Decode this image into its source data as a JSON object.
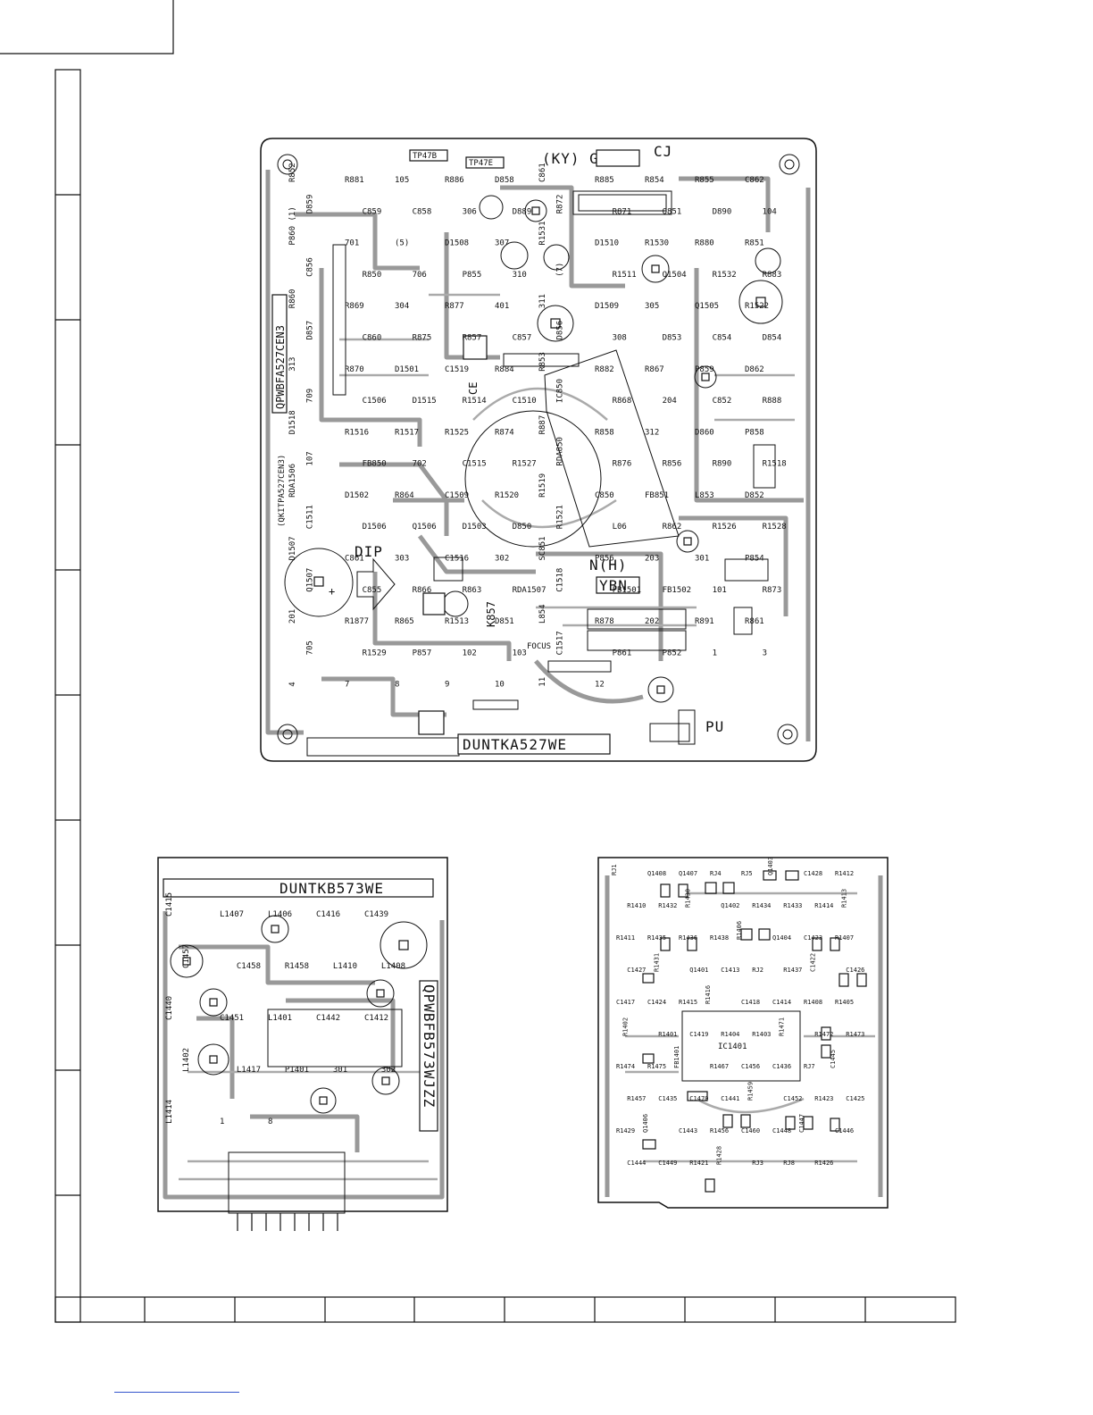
{
  "boards": {
    "main": {
      "id": "DUNTKA527WE",
      "pwb": "QPWBFA527CEN3",
      "kit": "(QKITPA527CEN3)",
      "region_codes": {
        "top": "(KY) GBN",
        "top_suffix": "CJ",
        "mid": "N(H)",
        "mid_box": "YBN"
      },
      "labels": {
        "dip": "DIP",
        "k857": "K857",
        "focus": "FOCUS",
        "pu": "PU",
        "ce": "CE"
      },
      "components": [
        "R852",
        "R881",
        "TP47B",
        "TP47E",
        "105",
        "R886",
        "D858",
        "C861",
        "R885",
        "R854",
        "R855",
        "C862",
        "D859",
        "C859",
        "C858",
        "306",
        "D889",
        "R872",
        "R871",
        "Q851",
        "D890",
        "104",
        "P860 (1)",
        "701",
        "(5)",
        "D1508",
        "307",
        "R1531",
        "D1510",
        "R1530",
        "R880",
        "R851",
        "C856",
        "R850",
        "706",
        "P855",
        "310",
        "(7)",
        "R1511",
        "Q1504",
        "R1532",
        "R883",
        "R860",
        "R869",
        "304",
        "R877",
        "401",
        "311",
        "D1509",
        "305",
        "Q1505",
        "R1522",
        "D857",
        "C860",
        "R875",
        "R857",
        "C857",
        "D856",
        "308",
        "D853",
        "C854",
        "D854",
        "313",
        "R870",
        "D1501",
        "C1519",
        "R884",
        "R853",
        "R882",
        "R867",
        "P859",
        "D862",
        "709",
        "C1506",
        "D1515",
        "R1514",
        "C1510",
        "IC850",
        "R868",
        "204",
        "C852",
        "R888",
        "D1518",
        "R1516",
        "R1517",
        "R1525",
        "R874",
        "R887",
        "R858",
        "312",
        "D860",
        "P858",
        "107",
        "FB850",
        "702",
        "C1515",
        "R1527",
        "RDA850",
        "R876",
        "R856",
        "R890",
        "R1518",
        "RDA1506",
        "D1502",
        "R864",
        "C1509",
        "R1520",
        "R1519",
        "C850",
        "FB851",
        "L853",
        "D852",
        "C1511",
        "D1506",
        "Q1506",
        "D1503",
        "D850",
        "R1521",
        "L06",
        "R862",
        "R1526",
        "R1528",
        "D1507",
        "C861",
        "303",
        "C1516",
        "302",
        "SC851",
        "P856",
        "203",
        "301",
        "P854",
        "Q1507",
        "C855",
        "R866",
        "R863",
        "RDA1507",
        "C1518",
        "FB1501",
        "FB1502",
        "101",
        "R873",
        "201",
        "R1877",
        "R865",
        "R1513",
        "D851",
        "L854",
        "R878",
        "202",
        "R891",
        "R861",
        "705",
        "R1529",
        "P857",
        "102",
        "103",
        "C1517",
        "P861",
        "P852",
        "1",
        "3",
        "4",
        "7",
        "8",
        "9",
        "10",
        "11",
        "12"
      ]
    },
    "left_small": {
      "id": "DUNTKB573WE",
      "pwb": "QPWBFB573WJZZ",
      "components": [
        "C1415",
        "L1407",
        "L1406",
        "C1416",
        "C1439",
        "C1457",
        "C1458",
        "R1458",
        "L1410",
        "L1408",
        "C1440",
        "C1451",
        "L1401",
        "C1442",
        "C1412",
        "L1402",
        "L1417",
        "P1401",
        "301",
        "302",
        "L1414",
        "1",
        "8"
      ]
    },
    "right_small": {
      "ic": "IC1401",
      "components": [
        "RJ1",
        "Q1408",
        "Q1407",
        "RJ4",
        "RJ5",
        "Q1403",
        "C1428",
        "R1412",
        "R1410",
        "R1432",
        "R1430",
        "Q1402",
        "R1434",
        "R1433",
        "R1414",
        "R1413",
        "R1411",
        "R1435",
        "R1436",
        "R1438",
        "R1406",
        "Q1404",
        "C1423",
        "R1407",
        "C1427",
        "R1431",
        "Q1401",
        "C1413",
        "RJ2",
        "R1437",
        "C1422",
        "C1426",
        "C1417",
        "C1424",
        "R1415",
        "R1416",
        "C1418",
        "C1414",
        "R1408",
        "R1405",
        "R1402",
        "R1401",
        "C1419",
        "R1404",
        "R1403",
        "R1471",
        "R1472",
        "R1473",
        "R1474",
        "R1475",
        "FB1401",
        "R1467",
        "C1456",
        "C1436",
        "RJ7",
        "C1445",
        "R1457",
        "C1435",
        "C1470",
        "C1441",
        "R1459",
        "C1452",
        "R1423",
        "C1425",
        "R1429",
        "Q1406",
        "C1443",
        "R1456",
        "C1460",
        "C1448",
        "C1447",
        "C1446",
        "C1444",
        "C1449",
        "R1421",
        "R1428",
        "RJ3",
        "RJ8",
        "R1426"
      ]
    }
  },
  "colors": {
    "ink": "#111111",
    "trace": "#999999",
    "link": "#3355cc"
  }
}
